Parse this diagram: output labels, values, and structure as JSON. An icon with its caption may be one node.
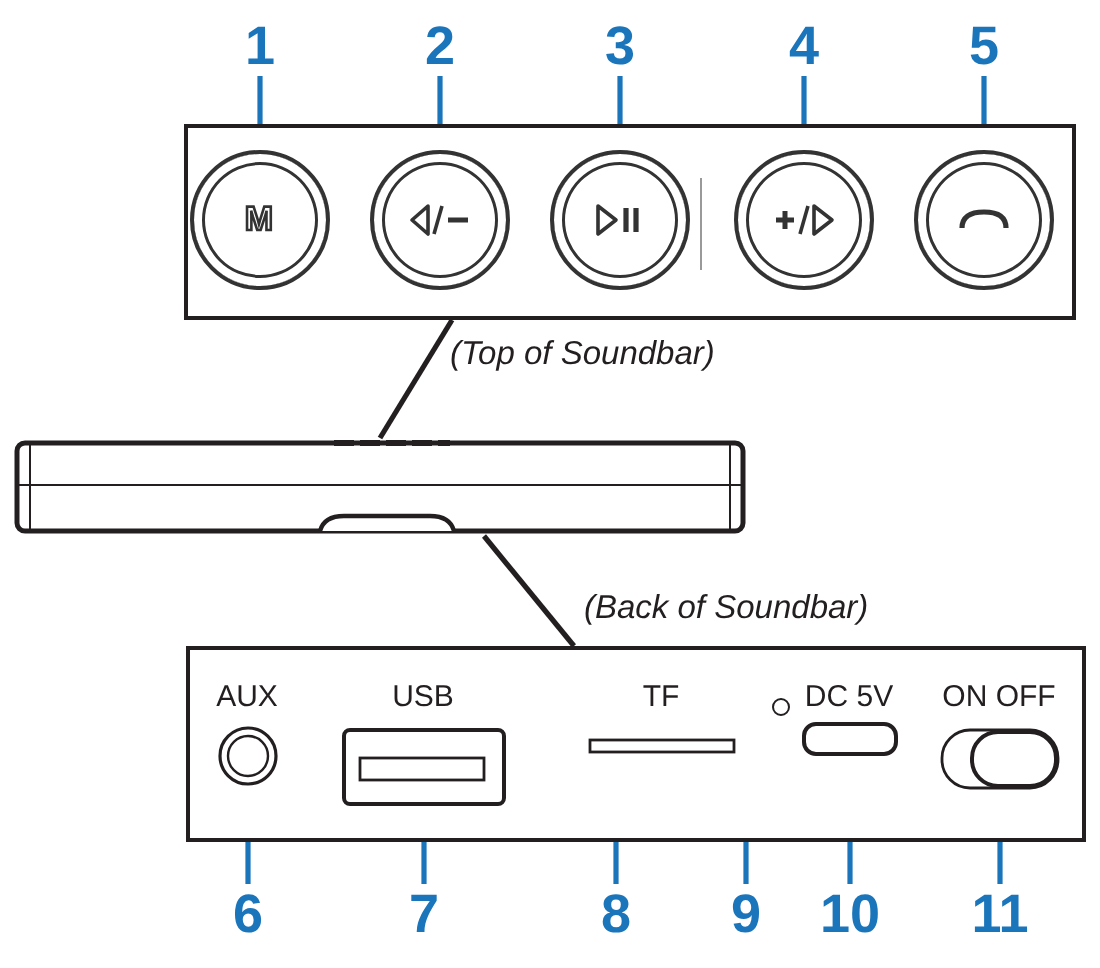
{
  "diagram": {
    "nodes": [
      {
        "text": [],
        "shape": "box",
        "beside": [
          "(Top of Soundbar)"
        ]
      },
      {
        "text": [
          "M"
        ],
        "in": 0
      },
      {
        "text": [],
        "shape": "circle",
        "in": 0
      },
      {
        "text": [],
        "shape": "circle",
        "in": 0
      },
      {
        "text": [],
        "shape": "circle",
        "in": 0
      },
      {
        "text": [],
        "shape": "circle",
        "in": 0
      },
      {
        "text": [],
        "shape": "bar"
      },
      {
        "text": [],
        "shape": "box",
        "beside": [
          "(Back of Soundbar)"
        ]
      },
      {
        "text": [
          "AUX"
        ],
        "in": 7
      },
      {
        "text": [
          "USB"
        ],
        "in": 7
      },
      {
        "text": [
          "TF"
        ],
        "in": 7
      },
      {
        "text": [],
        "shape": "circle",
        "in": 7
      },
      {
        "text": [
          "DC 5V"
        ],
        "in": 7
      },
      {
        "text": [
          "ON OFF"
        ],
        "in": 7
      },
      {
        "text": [
          "1"
        ]
      },
      {
        "text": [
          "2"
        ]
      },
      {
        "text": [
          "3"
        ]
      },
      {
        "text": [
          "4"
        ]
      },
      {
        "text": [
          "5"
        ]
      },
      {
        "text": [
          "6"
        ]
      },
      {
        "text": [
          "7"
        ]
      },
      {
        "text": [
          "8"
        ]
      },
      {
        "text": [
          "9"
        ]
      },
      {
        "text": [
          "10"
        ]
      },
      {
        "text": [
          "11"
        ]
      }
    ],
    "edges": [
      {
        "from": 14,
        "to": 1,
        "arrow": "none"
      },
      {
        "from": 15,
        "to": 2,
        "arrow": "none"
      },
      {
        "from": 16,
        "to": 3,
        "arrow": "none"
      },
      {
        "from": 17,
        "to": 4,
        "arrow": "none"
      },
      {
        "from": 18,
        "to": 5,
        "arrow": "none"
      },
      {
        "from": 19,
        "to": 8,
        "arrow": "none"
      },
      {
        "from": 20,
        "to": 9,
        "arrow": "none"
      },
      {
        "from": 21,
        "to": 10,
        "arrow": "none"
      },
      {
        "from": 22,
        "to": 11,
        "arrow": "none"
      },
      {
        "from": 23,
        "to": 12,
        "arrow": "none"
      },
      {
        "from": 24,
        "to": 13,
        "arrow": "none"
      },
      {
        "from": 0,
        "to": 6,
        "arrow": "none",
        "color": "#231f20"
      },
      {
        "from": 6,
        "to": 7,
        "arrow": "none",
        "color": "#231f20"
      }
    ]
  }
}
